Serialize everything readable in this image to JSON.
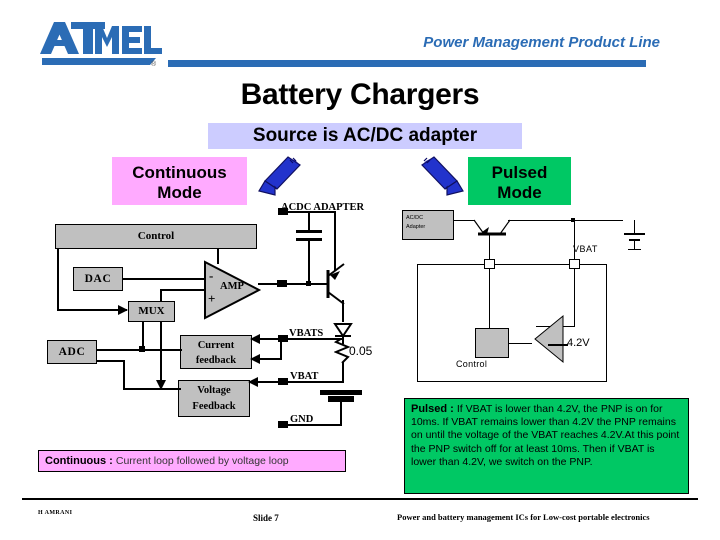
{
  "header": {
    "logo_text": "ATMEL",
    "logo_mark": "®",
    "product_line": "Power Management Product Line"
  },
  "title": "Battery Chargers",
  "source_banner": "Source is AC/DC adapter",
  "modes": {
    "continuous_label": "Continuous\nMode",
    "continuous_line1": "Continuous",
    "continuous_line2": "Mode",
    "pulsed_line1": "Pulsed",
    "pulsed_line2": "Mode",
    "continuous_color": "#FFAAFF",
    "pulsed_color": "#00C864",
    "banner_color": "#CCCCFF",
    "arrow_color": "#2233CC"
  },
  "continuous_circuit": {
    "blocks": {
      "control": "Control",
      "dac": "DAC",
      "mux": "MUX",
      "adc": "ADC",
      "amp": "AMP",
      "amp_minus": "-",
      "amp_plus": "+",
      "current_feedback_l1": "Current",
      "current_feedback_l2": "feedback",
      "voltage_feedback_l1": "Voltage",
      "voltage_feedback_l2": "Feedback"
    },
    "labels": {
      "adapter": "ACDC ADAPTER",
      "vbats": "VBATS",
      "vbat": "VBAT",
      "gnd": "GND",
      "sense_resistor": "0.05"
    }
  },
  "pulsed_circuit": {
    "blocks": {
      "adapter_l1": "AC/DC",
      "adapter_l2": "Adapter",
      "control": "Control"
    },
    "labels": {
      "vbat": "VBAT",
      "reference": "4.2V"
    }
  },
  "descriptions": {
    "continuous_tag": "Continuous : ",
    "continuous_text": "Current loop followed by voltage loop",
    "pulsed_tag": "Pulsed : ",
    "pulsed_text": "If VBAT is lower than 4.2V, the PNP is on for 10ms. If VBAT remains lower than 4.2V the PNP remains on until the voltage of the VBAT reaches 4.2V.At this point the PNP switch off for at least 10ms. Then if VBAT is lower than 4.2V, we switch on the PNP."
  },
  "footer": {
    "author": "H AMRANI",
    "slide": "Slide 7",
    "tagline": "Power and battery management ICs for Low-cost portable electronics"
  }
}
